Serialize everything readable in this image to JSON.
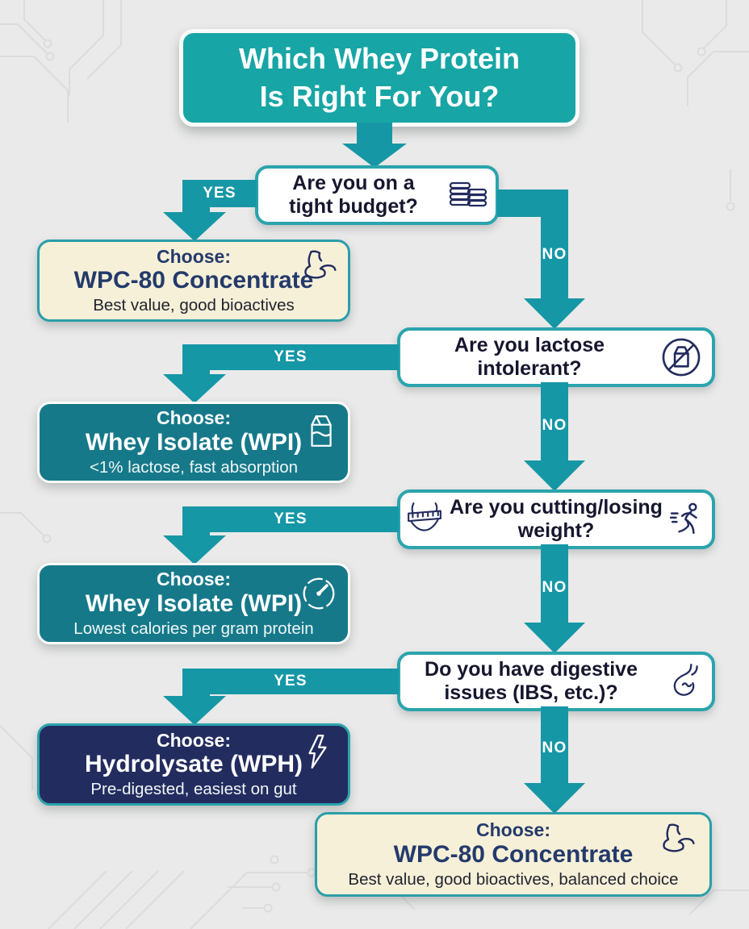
{
  "colors": {
    "background": "#EAEAEA",
    "title_teal": "#18A5A5",
    "arrow_teal": "#1697A6",
    "answer_teal": "#16798A",
    "navy": "#232C5F",
    "cream": "#F6F0D8",
    "border_teal": "#2BA4AD",
    "question_text": "#16172E",
    "white": "#FFFFFF"
  },
  "title": {
    "lines": [
      "Which Whey Protein",
      "Is Right For You?"
    ]
  },
  "labels": {
    "yes": "YES",
    "no": "NO"
  },
  "questions": [
    {
      "lines": [
        "Are you on a",
        "tight budget?"
      ],
      "icon": "coins"
    },
    {
      "lines": [
        "Are you lactose",
        "intolerant?"
      ],
      "icon": "no-milk"
    },
    {
      "lines": [
        "Are you cutting/losing",
        "weight?"
      ],
      "icons": [
        "measuring-tape",
        "runner"
      ]
    },
    {
      "lines": [
        "Do you have digestive",
        "issues (IBS, etc.)?"
      ],
      "icon": "stomach"
    }
  ],
  "answers": [
    {
      "label": "Choose:",
      "name": "WPC-80 Concentrate",
      "detail": "Best value, good bioactives",
      "icon": "flexed-bicep",
      "variant": "cream"
    },
    {
      "label": "Choose:",
      "name": "Whey Isolate (WPI)",
      "detail": "<1% lactose, fast absorption",
      "icon": "milk-carton",
      "variant": "teal"
    },
    {
      "label": "Choose:",
      "name": "Whey Isolate (WPI)",
      "detail": "Lowest calories per gram protein",
      "icon": "gauge",
      "variant": "teal"
    },
    {
      "label": "Choose:",
      "name": "Hydrolysate (WPH)",
      "detail": "Pre-digested, easiest on gut",
      "icon": "lightning-bolt",
      "variant": "navy"
    },
    {
      "label": "Choose:",
      "name": "WPC-80 Concentrate",
      "detail": "Best value, good bioactives, balanced choice",
      "icon": "flexed-bicep",
      "variant": "cream"
    }
  ]
}
